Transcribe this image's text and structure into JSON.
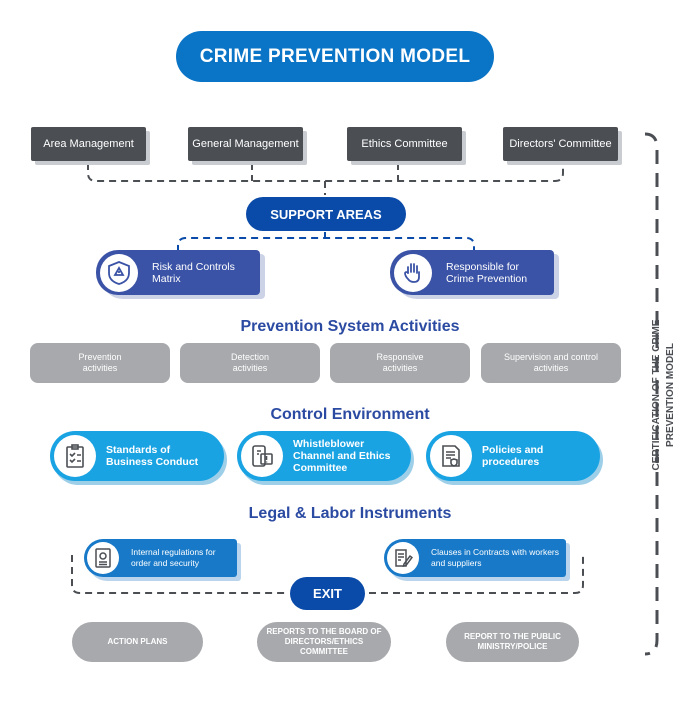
{
  "title": "CRIME PREVENTION MODEL",
  "management": [
    "Area Management",
    "General Management",
    "Ethics Committee",
    "Directors' Committee"
  ],
  "support_areas": "SUPPORT AREAS",
  "support_cards": [
    {
      "label": "Risk and Controls Matrix",
      "icon": "risk-matrix-icon"
    },
    {
      "label": "Responsible for Crime Prevention",
      "icon": "hand-stop-icon"
    }
  ],
  "prevention": {
    "heading": "Prevention System Activities",
    "items": [
      "Prevention activities",
      "Detection activities",
      "Responsive activities",
      "Supervision and control activities"
    ]
  },
  "control": {
    "heading": "Control Environment",
    "items": [
      {
        "label": "Standards of Business Conduct",
        "icon": "checklist-icon"
      },
      {
        "label": "Whistleblower Channel and Ethics Committee",
        "icon": "phone-alert-icon"
      },
      {
        "label": "Policies and procedures",
        "icon": "document-shield-icon"
      }
    ]
  },
  "legal": {
    "heading": "Legal & Labor Instruments",
    "items": [
      {
        "label": "Internal regulations for order and security",
        "icon": "regulation-icon"
      },
      {
        "label": "Clauses in Contracts with workers and suppliers",
        "icon": "contract-signing-icon"
      }
    ]
  },
  "exit": "EXIT",
  "outputs": [
    "ACTION PLANS",
    "REPORTS TO THE BOARD OF DIRECTORS/ETHICS COMMITTEE",
    "REPORT TO THE PUBLIC MINISTRY/POLICE"
  ],
  "side_label": [
    "CERTIFICATION OF THE CRIME",
    "PREVENTION MODEL"
  ],
  "colors": {
    "navy": "#0a4aa8",
    "cyan": "#1aa3e3",
    "gray": "#a7a9ac",
    "dark": "#4b4f54",
    "heading": "#2b4aa2"
  }
}
